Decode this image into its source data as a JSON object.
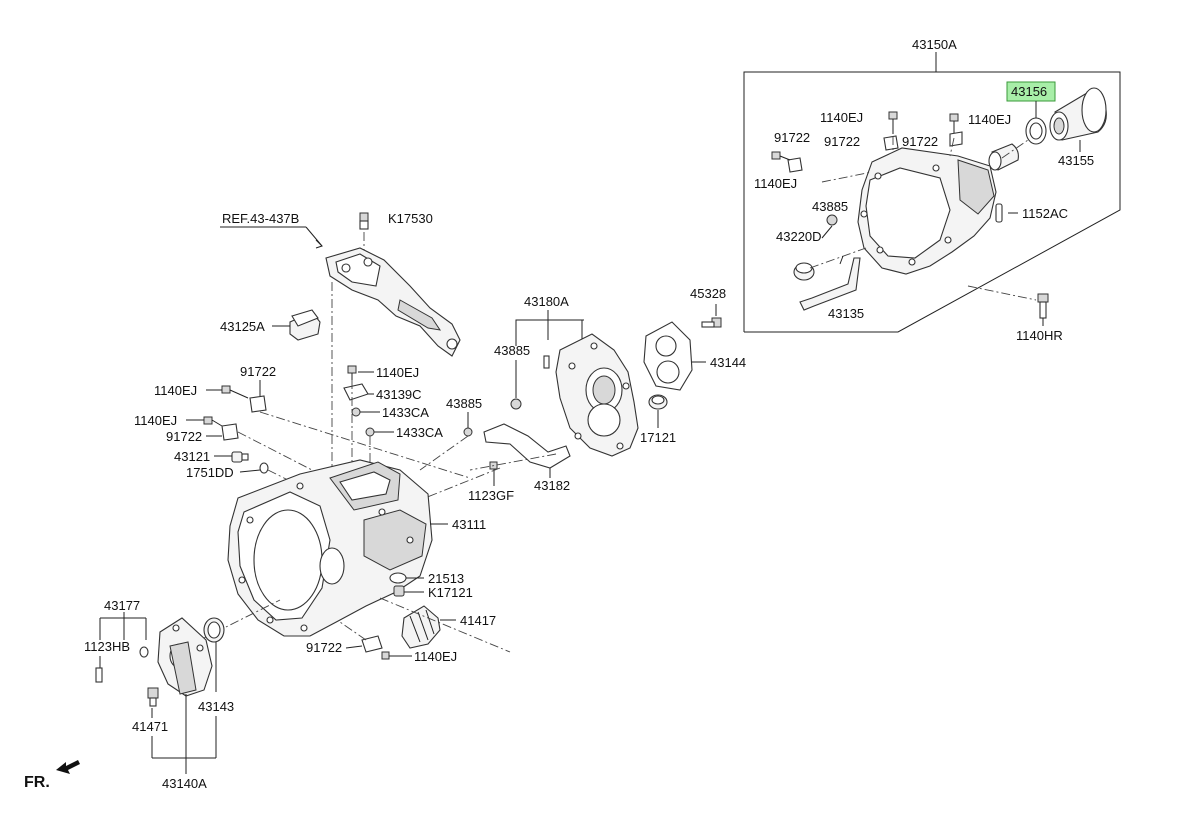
{
  "diagram": {
    "highlight_color": "#8be88b",
    "callouts": {
      "c43150A": "43150A",
      "c43156": "43156",
      "c43155": "43155",
      "c1140EJ_a": "1140EJ",
      "c1140EJ_b": "1140EJ",
      "c91722_a": "91722",
      "c91722_b": "91722",
      "c91722_c": "91722",
      "c1140EJ_c": "1140EJ",
      "c43885_a": "43885",
      "c43220D": "43220D",
      "c1152AC": "1152AC",
      "c43135": "43135",
      "c1140HR": "1140HR",
      "cREF": "REF.43-437B",
      "cK17530": "K17530",
      "c43125A": "43125A",
      "c43180A": "43180A",
      "c45328": "45328",
      "c43885_b": "43885",
      "c43144": "43144",
      "c91722_d": "91722",
      "c1140EJ_d": "1140EJ",
      "c1140EJ_e": "1140EJ",
      "c43139C": "43139C",
      "c1433CA_a": "1433CA",
      "c1433CA_b": "1433CA",
      "c43885_c": "43885",
      "c1140EJ_f": "1140EJ",
      "c91722_e": "91722",
      "c43121": "43121",
      "c1751DD": "1751DD",
      "c17121": "17121",
      "c1123GF": "1123GF",
      "c43182": "43182",
      "c43111": "43111",
      "c21513": "21513",
      "cK17121": "K17121",
      "c41417": "41417",
      "c43177": "43177",
      "c1123HB": "1123HB",
      "c91722_f": "91722",
      "c1140EJ_g": "1140EJ",
      "c41471": "41471",
      "c43143": "43143",
      "c43140A": "43140A"
    },
    "direction_label": "FR."
  }
}
